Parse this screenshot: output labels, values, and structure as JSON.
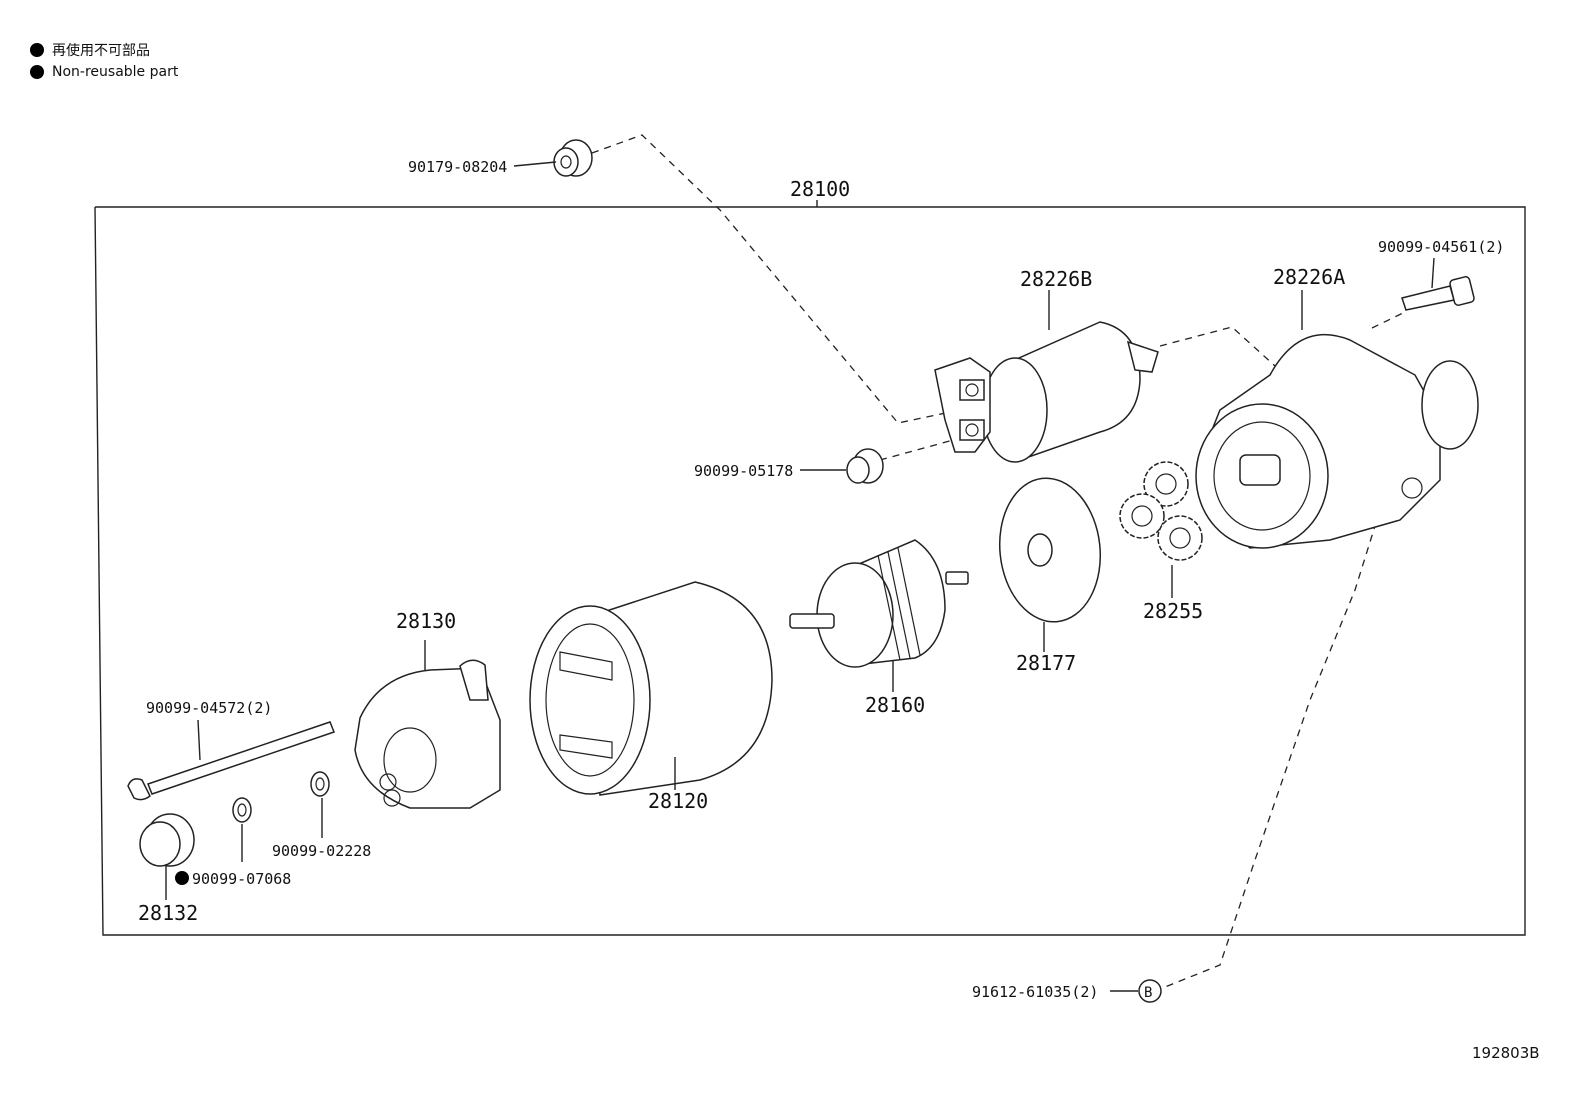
{
  "legend": [
    {
      "text": "再使用不可部品"
    },
    {
      "text": "Non-reusable part"
    }
  ],
  "assembly": "28100",
  "labels": {
    "p90179_08204": "90179-08204",
    "p28226B": "28226B",
    "p28226A": "28226A",
    "p90099_04561": "90099-04561(2)",
    "p90099_05178": "90099-05178",
    "p28255": "28255",
    "p28177": "28177",
    "p28160": "28160",
    "p28130": "28130",
    "p28120": "28120",
    "p90099_04572": "90099-04572(2)",
    "p90099_02228": "90099-02228",
    "p90099_07068": "90099-07068",
    "p28132": "28132",
    "p91612_61035": "91612-61035(2)",
    "ref_B": "B"
  },
  "figure_id": "192803B"
}
